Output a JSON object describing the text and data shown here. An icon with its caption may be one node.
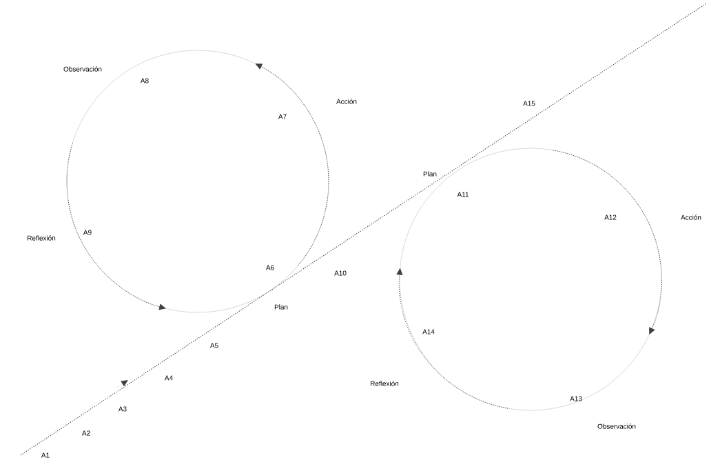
{
  "diagram": {
    "labels": [
      "Observación",
      "A8",
      "Acción",
      "A15",
      "A7",
      "Plan",
      "A11",
      "A12",
      "Acción",
      "A9",
      "Reflexión",
      "A6",
      "A10",
      "Plan",
      "A14",
      "A5",
      "A4",
      "Reflexión",
      "A13",
      "A3",
      "Observación",
      "A2",
      "A1"
    ]
  }
}
